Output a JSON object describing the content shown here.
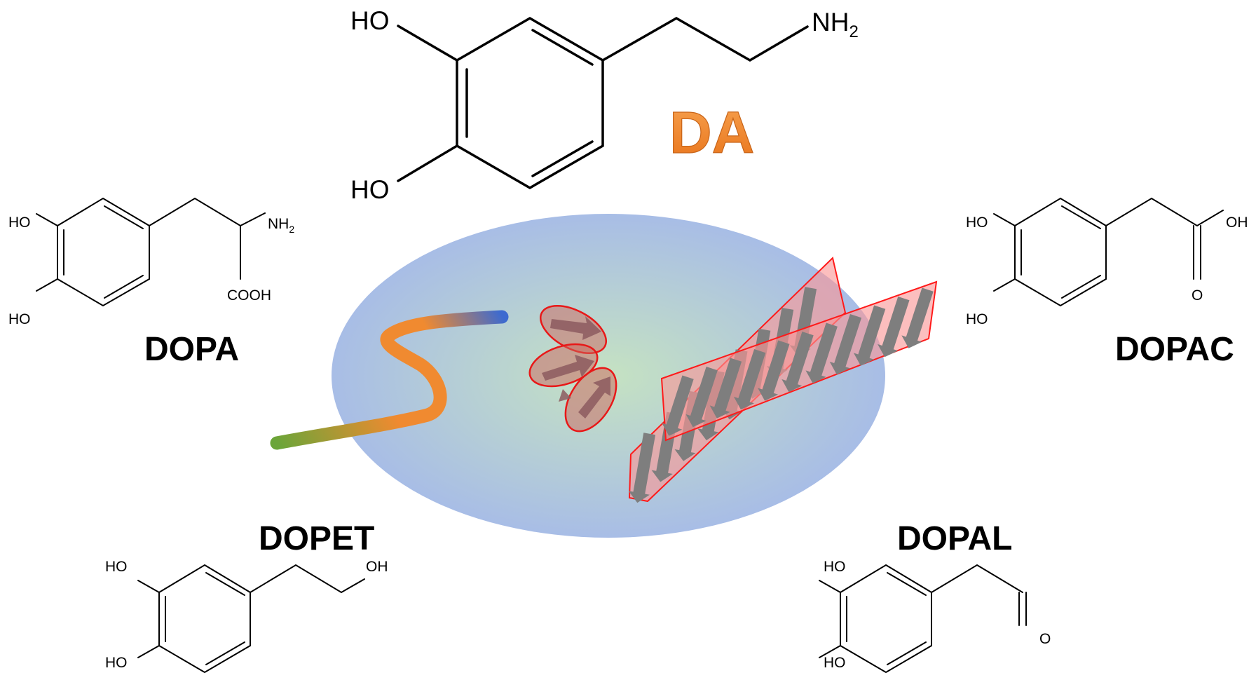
{
  "figure": {
    "center": {
      "name": "DA",
      "title_color": "#f08a30",
      "label_HO_top": "HO",
      "label_HO_bottom": "HO",
      "label_NH": "NH",
      "label_NH_sub": "2"
    },
    "dopa": {
      "name": "DOPA",
      "label_HO_top": "HO",
      "label_HO_bottom": "HO",
      "label_NH": "NH",
      "label_NH_sub": "2",
      "label_COOH": "COOH"
    },
    "dopac": {
      "name": "DOPAC",
      "label_HO_top": "HO",
      "label_HO_bottom": "HO",
      "label_OH": "OH",
      "label_O": "O"
    },
    "dopet": {
      "name": "DOPET",
      "label_HO_top": "HO",
      "label_HO_bottom": "HO",
      "label_OH": "OH"
    },
    "dopal": {
      "name": "DOPAL",
      "label_HO_top": "HO",
      "label_HO_bottom": "HO",
      "label_O": "O"
    },
    "protein": {
      "disc_center_color": "#c5e2c2",
      "disc_edge_color": "#a8bde6",
      "disordered_colors": [
        "#6ba539",
        "#f08a30",
        "#3c6ad0"
      ],
      "helix_color": "#e81818",
      "sheet_color": "#ff1a1a",
      "strand_color": "#7e7e7e",
      "helix_segments": 3,
      "sheet_strands": [
        8,
        11
      ]
    }
  }
}
